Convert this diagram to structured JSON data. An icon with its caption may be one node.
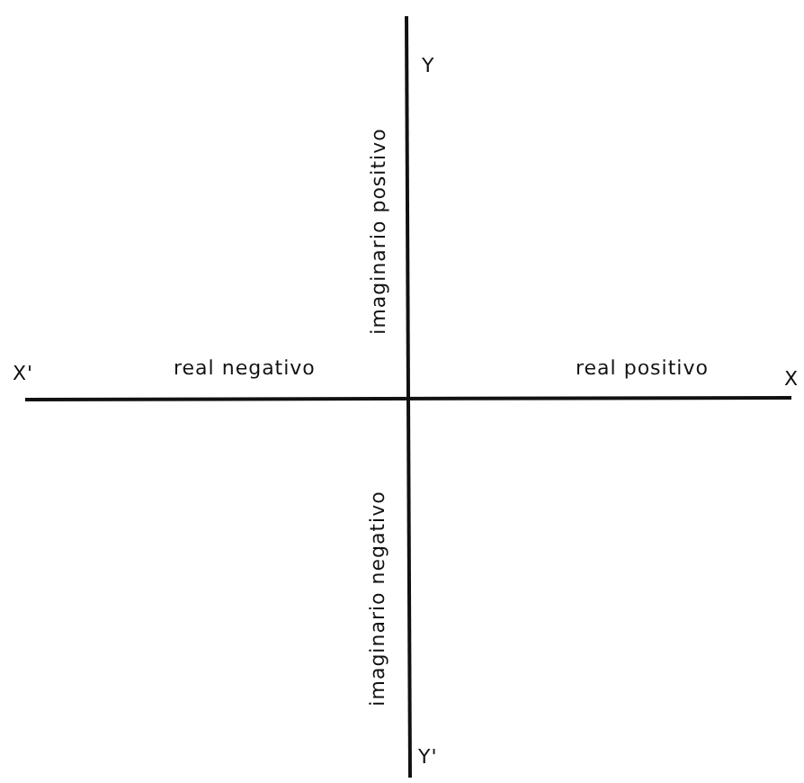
{
  "diagram": {
    "labels": [
      "Y",
      "imaginario positivo",
      "X'",
      "real negativo",
      "real positivo",
      "X",
      "imaginario negativo",
      "Y'"
    ]
  }
}
